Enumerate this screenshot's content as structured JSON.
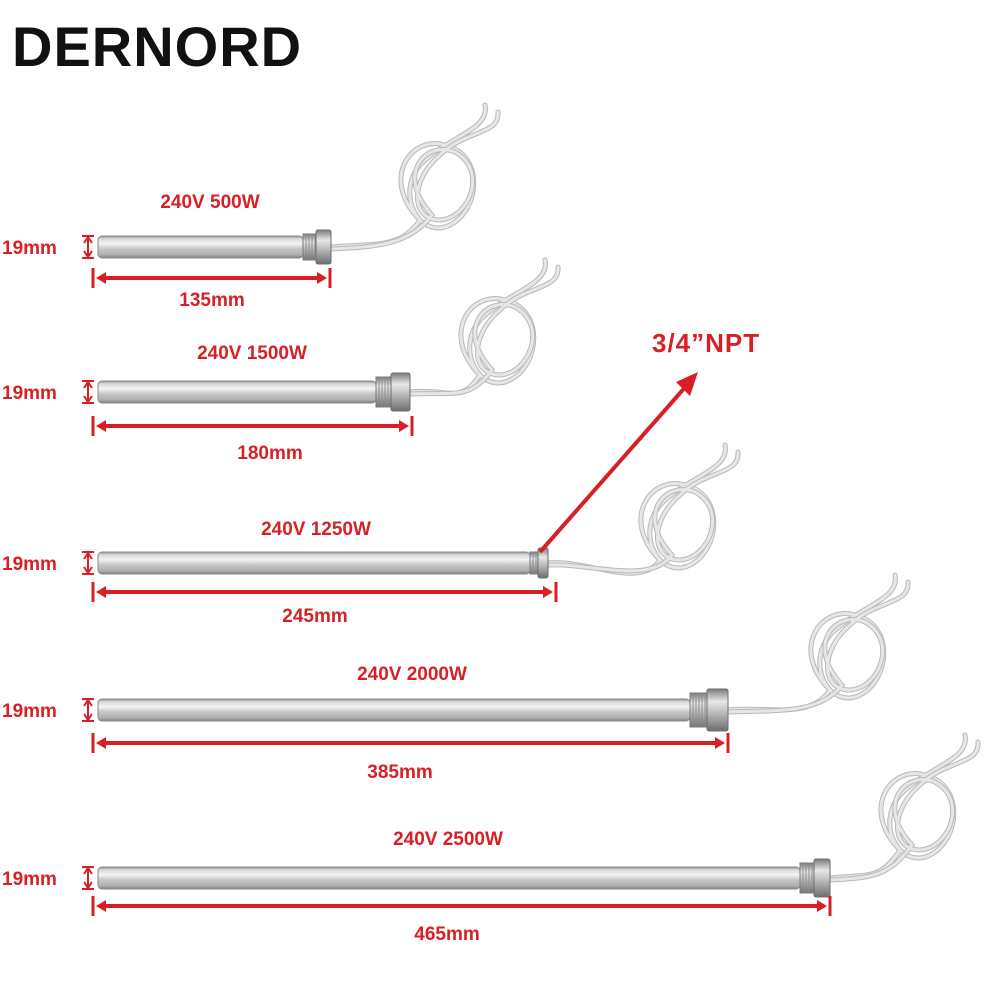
{
  "brand": {
    "name": "DERNORD"
  },
  "colors": {
    "accent": "#d91f26",
    "tube_light": "#ececec",
    "tube_mid": "#c9c9c9",
    "tube_dark": "#9a9a9a",
    "wire": "#e6e6e6"
  },
  "thread_callout": {
    "label": "3/4”NPT"
  },
  "heaters": [
    {
      "power": "240V 500W",
      "length": "135mm",
      "diameter": "19mm"
    },
    {
      "power": "240V 1500W",
      "length": "180mm",
      "diameter": "19mm"
    },
    {
      "power": "240V 1250W",
      "length": "245mm",
      "diameter": "19mm"
    },
    {
      "power": "240V 2000W",
      "length": "385mm",
      "diameter": "19mm"
    },
    {
      "power": "240V 2500W",
      "length": "465mm",
      "diameter": "19mm"
    }
  ]
}
